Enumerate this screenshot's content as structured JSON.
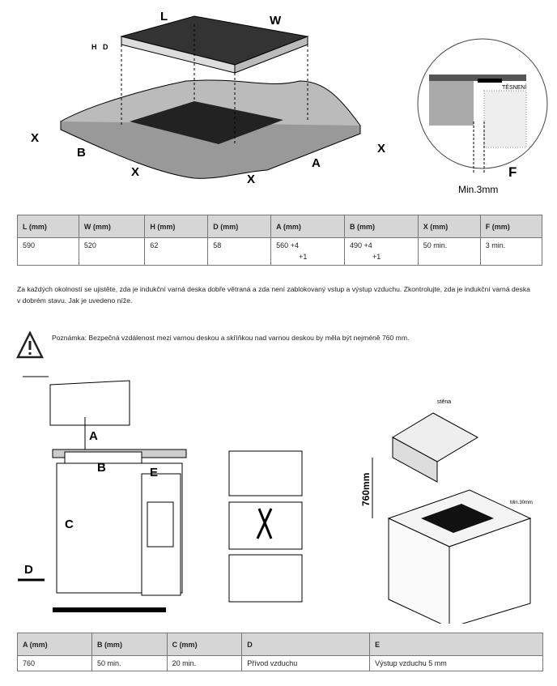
{
  "diagram1": {
    "labels": {
      "L": "L",
      "W": "W",
      "H": "H",
      "D": "D",
      "X": "X",
      "B": "B",
      "A": "A",
      "F": "F",
      "seal": "TĚSNENÍ",
      "min": "Min.3mm"
    }
  },
  "table1": {
    "headers": [
      "L (mm)",
      "W (mm)",
      "H (mm)",
      "D (mm)",
      "A (mm)",
      "B (mm)",
      "X (mm)",
      "F (mm)"
    ],
    "row": [
      "590",
      "520",
      "62",
      "58",
      "560 +4",
      "490 +4",
      "50 min.",
      "3 min."
    ],
    "tolerance": [
      "",
      "",
      "",
      "",
      "+1",
      "+1",
      "",
      ""
    ]
  },
  "paragraph": "Za každých okolností se ujistěte, zda je indukční varná deska dobře větraná a zda není zablokovaný vstup a výstup vzduchu. Zkontrolujte, zda je indukční varná deska v dobrém stavu. Jak je uvedeno níže.",
  "note": "Poznámka: Bezpečná vzdálenost mezi varnou deskou a skříňkou nad varnou deskou by měla být nejméně 760 mm.",
  "diagram2": {
    "labels": {
      "A": "A",
      "B": "B",
      "C": "C",
      "D": "D",
      "E": "E"
    }
  },
  "diagram3": {
    "labels": {
      "wall": "stěna",
      "height": "760mm",
      "min": "Min.30mm"
    }
  },
  "table2": {
    "headers": [
      "A (mm)",
      "B (mm)",
      "C (mm)",
      "D",
      "E"
    ],
    "row": [
      "760",
      "50 min.",
      "20 min.",
      "Přívod vzduchu",
      "Výstup vzduchu 5 mm"
    ]
  }
}
